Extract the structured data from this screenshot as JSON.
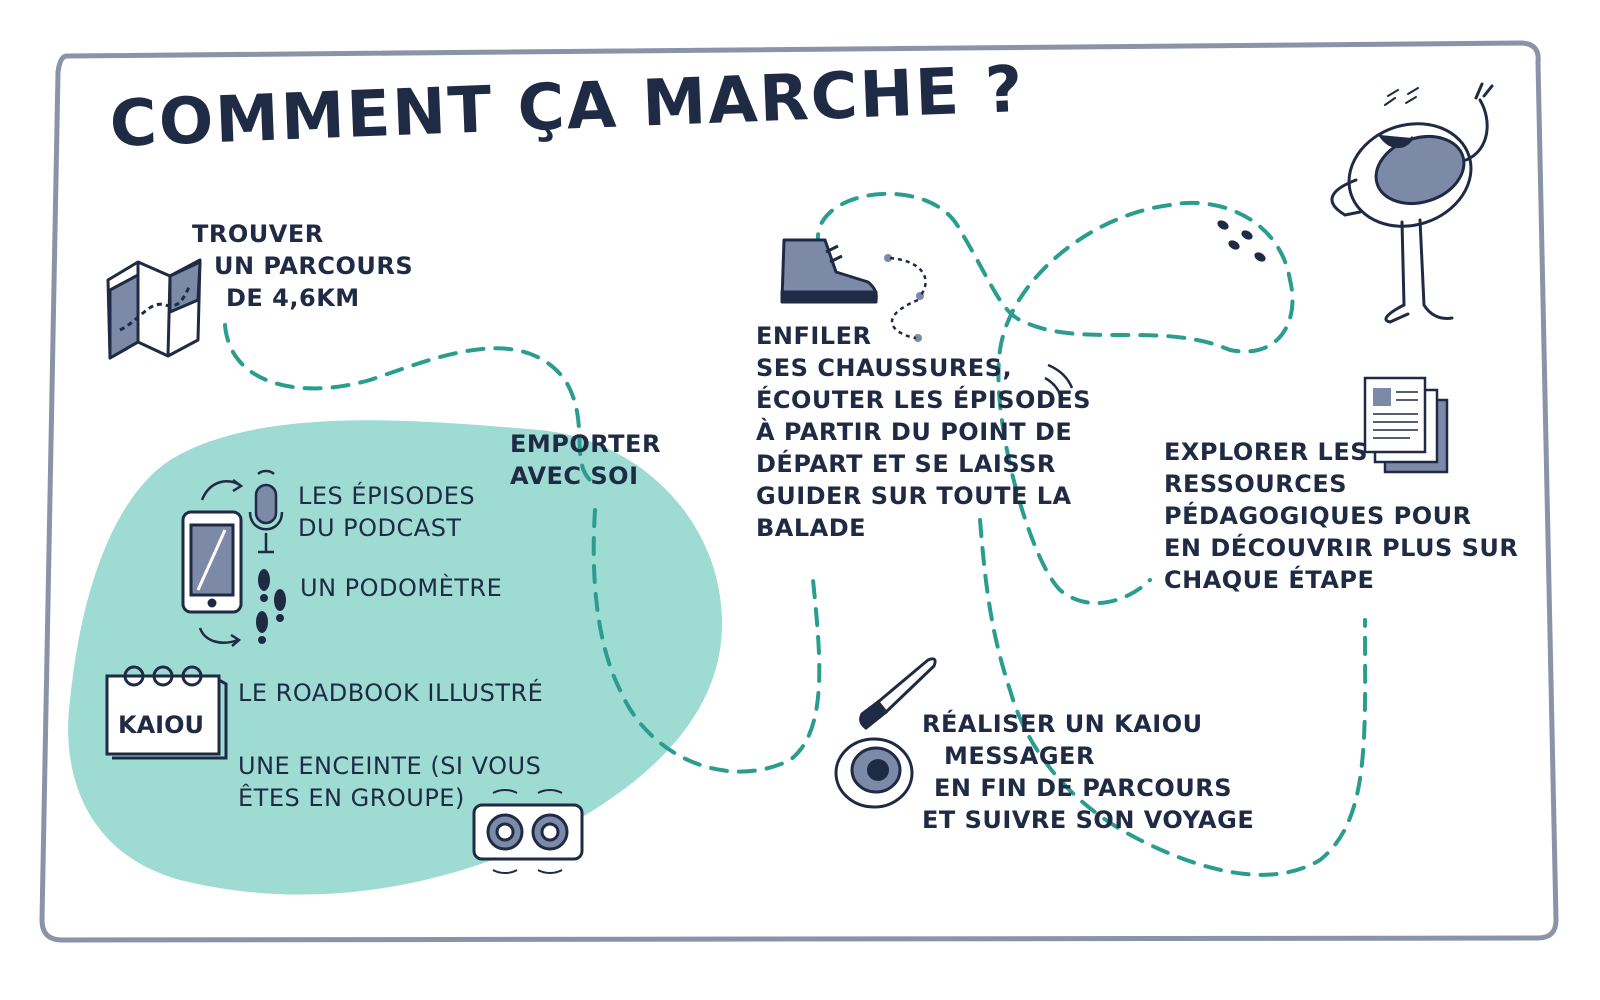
{
  "title": "COMMENT ÇA MARCHE ?",
  "colors": {
    "frame": "#8a93a8",
    "ink": "#1f2a44",
    "accent": "#2a9d8f",
    "blob": "#9edbd3",
    "shade": "#7c8aa8"
  },
  "steps": {
    "find_route": [
      "TROUVER",
      "UN PARCOURS",
      "DE 4,6KM"
    ],
    "bring": [
      "EMPORTER",
      "AVEC SOI"
    ],
    "walk": [
      "ENFILER",
      "SES CHAUSSURES,",
      "ÉCOUTER LES ÉPISODES",
      "À PARTIR DU POINT DE",
      "DÉPART ET SE LAISSR",
      "GUIDER SUR TOUTE LA",
      "BALADE"
    ],
    "explore": [
      "EXPLORER LES",
      "RESSOURCES",
      "PÉDAGOGIQUES POUR",
      "EN DÉCOUVRIR PLUS SUR",
      "CHAQUE ÉTAPE"
    ],
    "kaiou": [
      "RÉALISER UN KAIOU",
      "MESSAGER",
      "EN FIN DE PARCOURS",
      "ET SUIVRE SON VOYAGE"
    ]
  },
  "kit": {
    "podcast": [
      "LES ÉPISODES",
      "DU PODCAST"
    ],
    "pedometer": "UN PODOMÈTRE",
    "roadbook": "LE ROADBOOK ILLUSTRÉ",
    "speaker": [
      "UNE ENCEINTE (SI VOUS",
      "ÊTES EN GROUPE)"
    ],
    "roadbook_cover": "KAIOU"
  },
  "icons": [
    "map-icon",
    "smartphone-icon",
    "microphone-icon",
    "footprints-icon",
    "notebook-icon",
    "speaker-icon",
    "boot-icon",
    "sound-waves-icon",
    "documents-icon",
    "paintbrush-icon",
    "stone-kaiou-icon",
    "mascot-icon"
  ]
}
